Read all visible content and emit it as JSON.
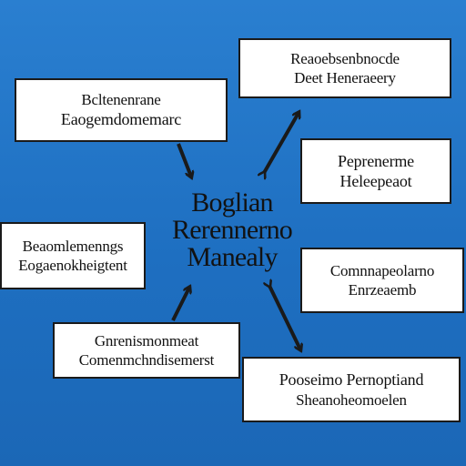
{
  "center": {
    "lines": [
      "Boglian",
      "Rerennerno",
      "Manealy"
    ]
  },
  "boxes": {
    "a": {
      "line1": "Bcltenenrane",
      "line2": "Eaogemdomemarc"
    },
    "b": {
      "line1": "Reaoebsenbnocde",
      "line2": "Deet Heneraeery"
    },
    "c": {
      "line1": "Peprenerme",
      "line2": "Heleepeaot"
    },
    "d": {
      "line1": "Beaomlemenngs",
      "line2": "Eogaenokheigtent"
    },
    "e": {
      "line1": "Comnnapeolarno",
      "line2": "Enrzeaemb"
    },
    "f": {
      "line1": "Gnrenismonmeat",
      "line2": "Comenmchndisemerst"
    },
    "g": {
      "line1": "Pooseimo Pernoptiand",
      "line2": "Sheanoheomoelen"
    }
  },
  "colors": {
    "background": "#1f72c4",
    "box_fill": "#ffffff",
    "box_border": "#1a1a1a",
    "arrow": "#1a1a1a"
  }
}
